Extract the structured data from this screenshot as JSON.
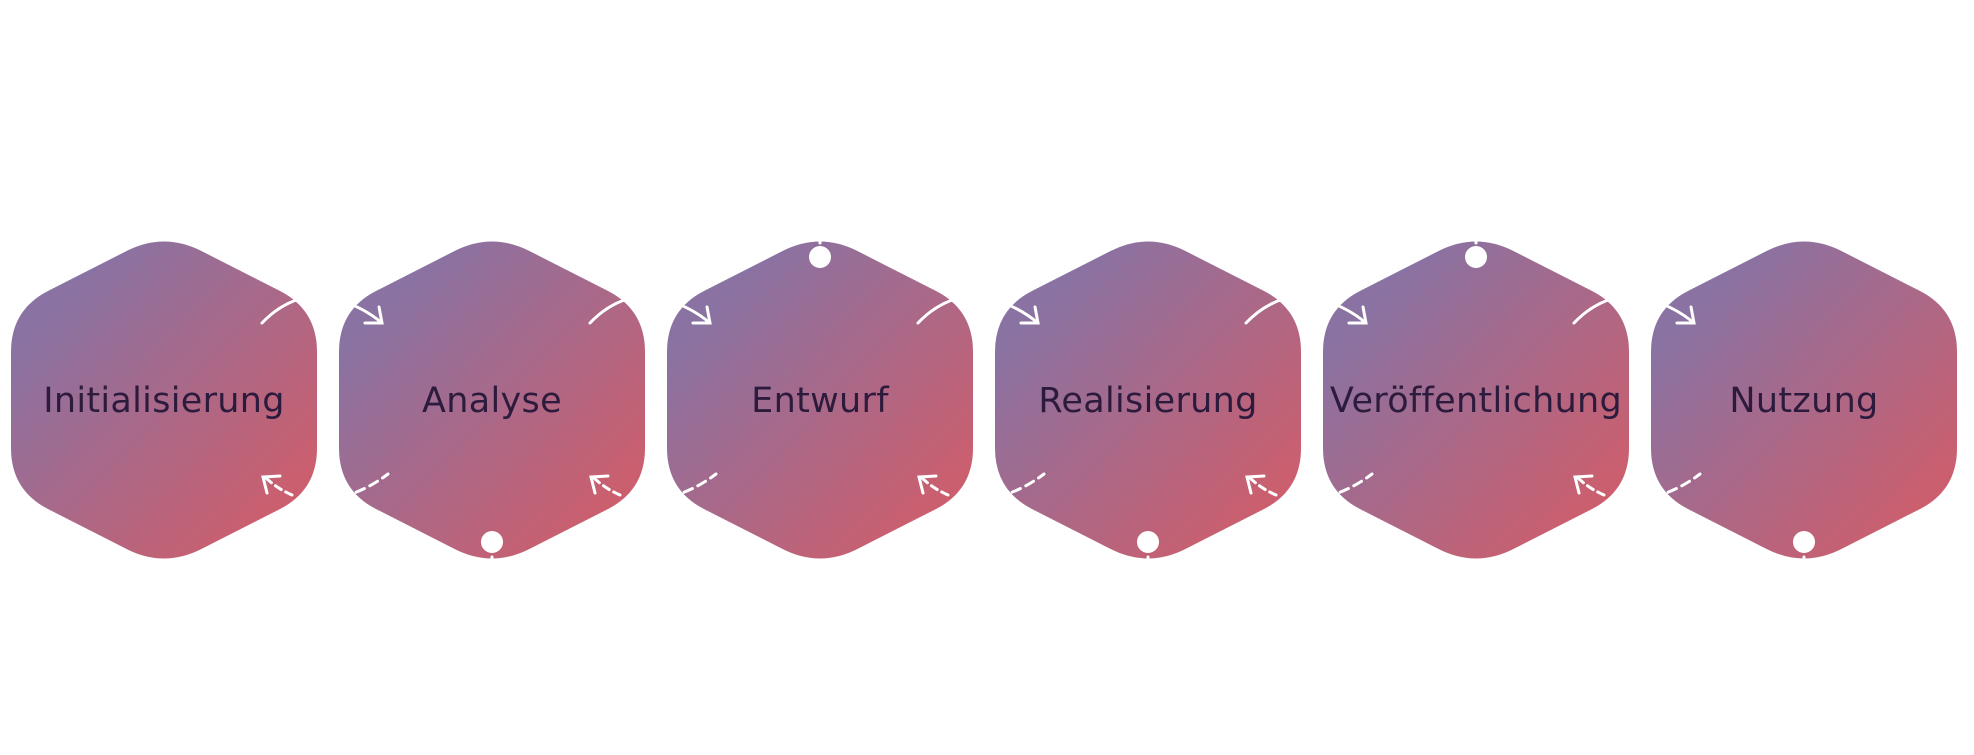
{
  "colors": {
    "background": "#ffffff",
    "gradient_start": "#8a72a2",
    "gradient_end": "#cd5e6c",
    "label": "#2d1b3e",
    "connector": "#ffffff"
  },
  "phases": [
    {
      "label": "Initialisierung",
      "connectors": {
        "top_dot": false,
        "bottom_dot": false,
        "in_left": false,
        "out_right": true,
        "back_from_right": true,
        "back_to_left": false
      }
    },
    {
      "label": "Analyse",
      "connectors": {
        "top_dot": false,
        "bottom_dot": true,
        "in_left": true,
        "out_right": true,
        "back_from_right": true,
        "back_to_left": true
      }
    },
    {
      "label": "Entwurf",
      "connectors": {
        "top_dot": true,
        "bottom_dot": false,
        "in_left": true,
        "out_right": true,
        "back_from_right": true,
        "back_to_left": true
      }
    },
    {
      "label": "Realisierung",
      "connectors": {
        "top_dot": false,
        "bottom_dot": true,
        "in_left": true,
        "out_right": true,
        "back_from_right": true,
        "back_to_left": true
      }
    },
    {
      "label": "Veröffentlichung",
      "connectors": {
        "top_dot": true,
        "bottom_dot": false,
        "in_left": true,
        "out_right": true,
        "back_from_right": true,
        "back_to_left": true
      }
    },
    {
      "label": "Nutzung",
      "connectors": {
        "top_dot": false,
        "bottom_dot": true,
        "in_left": true,
        "out_right": false,
        "back_from_right": false,
        "back_to_left": true
      }
    }
  ]
}
